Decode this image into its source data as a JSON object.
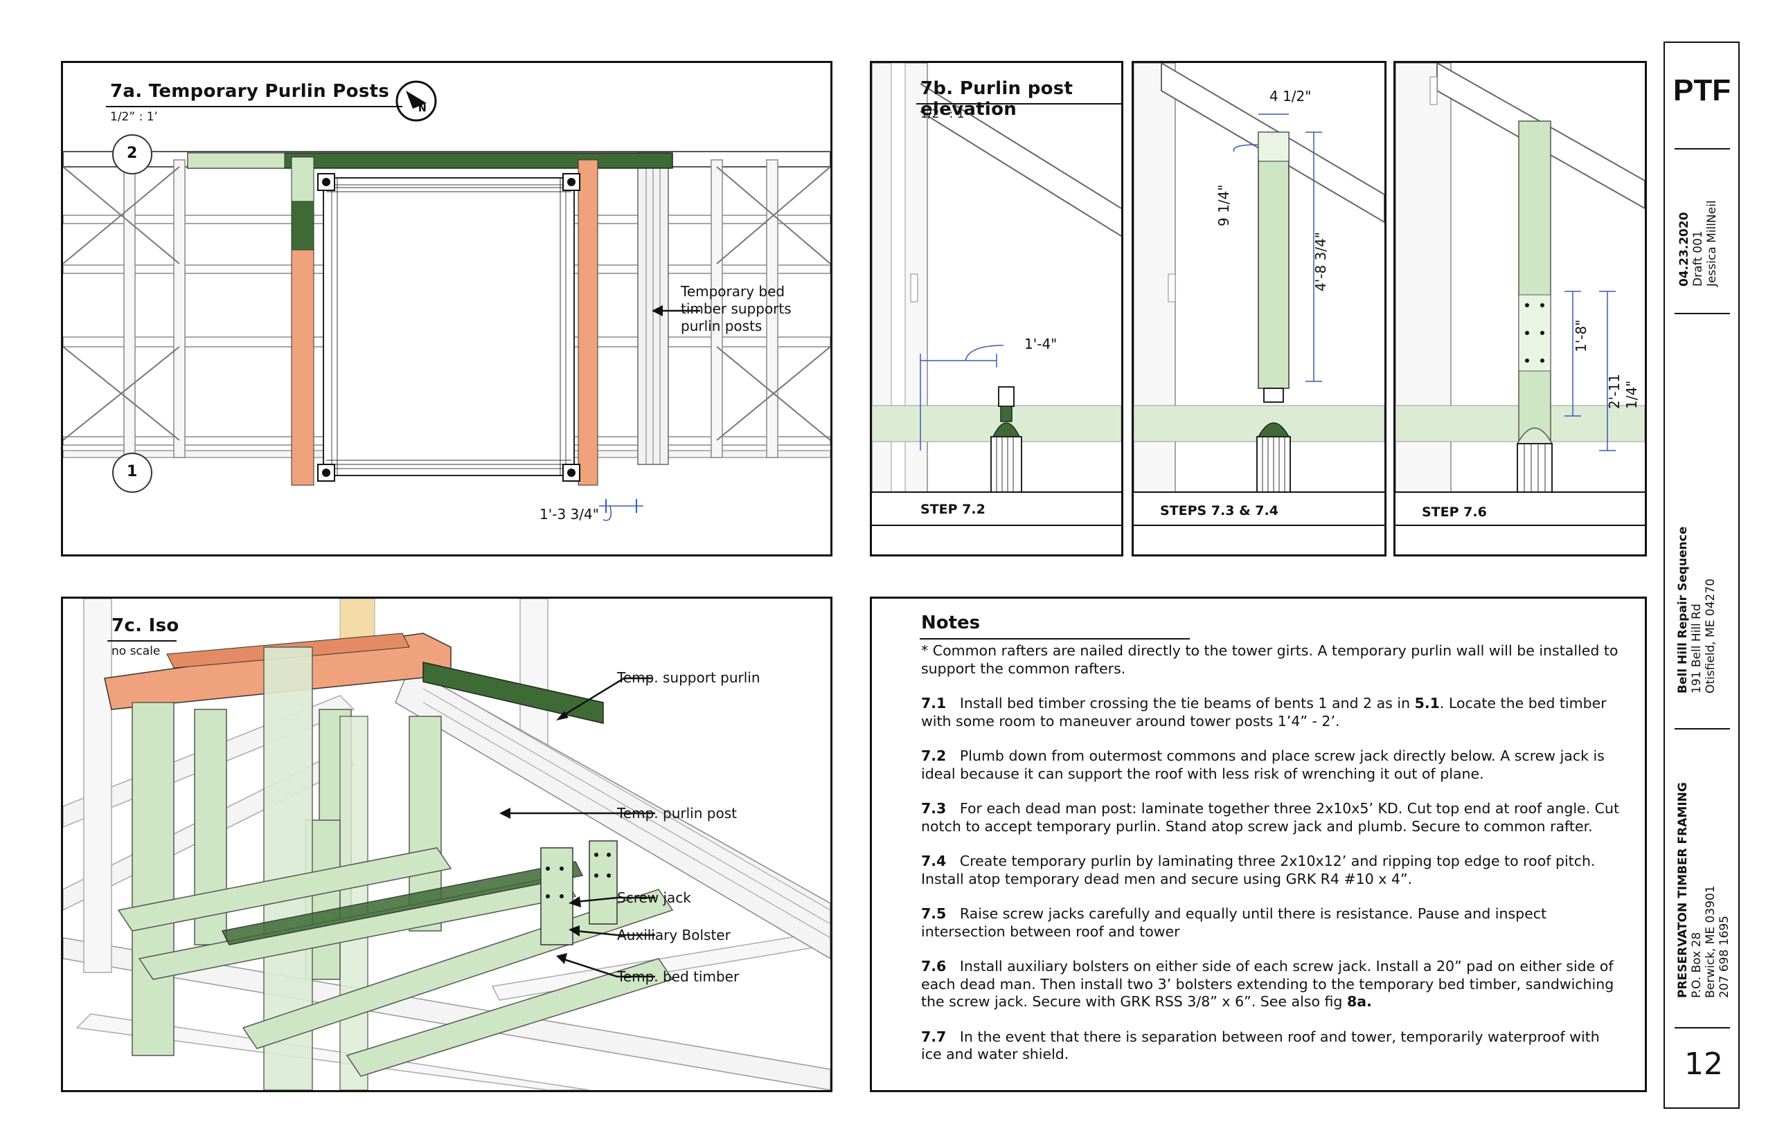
{
  "panel_a": {
    "title": "7a. Temporary Purlin Posts",
    "scale": "1/2” : 1’",
    "grid_top": "2",
    "grid_bottom": "1",
    "callout": "Temporary bed\ntimber supports\npurlin posts",
    "dimension": "1'-3 3/4\""
  },
  "panel_b": {
    "title": "7b. Purlin post elevation",
    "scale": "1/2” : 1’",
    "dim_1_4": "1'-4\"",
    "dim_4_half": "4 1/2\"",
    "dim_9_quarter": "9 1/4\"",
    "dim_4_8": "4'-8 3/4\"",
    "dim_1_8": "1'-8\"",
    "dim_2_11": "2'-11 1/4\"",
    "step_a": "STEP 7.2",
    "step_b": "STEPS 7.3 & 7.4",
    "step_c": "STEP 7.6"
  },
  "panel_c": {
    "title": "7c. Iso",
    "scale": "no scale",
    "labels": [
      "Temp. support purlin",
      "Temp. purlin post",
      "Screw jack",
      "Auxiliary Bolster",
      "Temp. bed timber"
    ]
  },
  "notes": {
    "title": "Notes",
    "intro": "* Common rafters are nailed directly to the tower girts. A temporary purlin wall will be installed to support the common rafters.",
    "items": [
      {
        "num": "7.1",
        "text": "Install bed timber crossing the tie beams of bents 1 and 2 as in ",
        "ref": "5.1",
        "after": ". Locate the bed timber with some room to maneuver around tower posts 1’4” - 2’."
      },
      {
        "num": "7.2",
        "text": "Plumb down from outermost commons and place screw jack directly below. A screw jack is ideal because it can support the roof with less risk of wrenching it out of plane.",
        "ref": "",
        "after": ""
      },
      {
        "num": "7.3",
        "text": "For each dead man post: laminate together three 2x10x5’ KD. Cut top end at roof angle. Cut notch to accept temporary purlin. Stand atop screw jack and plumb. Secure to common rafter.",
        "ref": "",
        "after": ""
      },
      {
        "num": "7.4",
        "text": "Create temporary purlin by laminating three 2x10x12’ and ripping top edge to roof pitch. Install atop temporary dead men and secure using GRK R4 #10 x 4”.",
        "ref": "",
        "after": ""
      },
      {
        "num": "7.5",
        "text": "Raise screw jacks carefully and equally until there is resistance. Pause and inspect intersection between roof and tower",
        "ref": "",
        "after": ""
      },
      {
        "num": "7.6",
        "text": "Install auxiliary bolsters on either side of each screw jack. Install a 20” pad on either side of each dead man. Then install two 3’ bolsters extending to the temporary bed timber, sandwiching the screw jack. Secure with GRK RSS 3/8” x 6”. See also fig ",
        "ref": "8a.",
        "after": ""
      },
      {
        "num": "7.7",
        "text": "In the event that there is separation between roof and tower, temporarily waterproof with ice and water shield.",
        "ref": "",
        "after": ""
      }
    ]
  },
  "title_block": {
    "logo": "PTF",
    "date": "04.23.2020",
    "draft": "Draft 001",
    "author": "Jessica MillNeil",
    "project": "Bell Hill Repair Sequence",
    "address1": "191 Bell Hill Rd",
    "address2": "Otisfield, ME  04270",
    "company": "PRESERVATON TIMBER FRAMING",
    "company_addr1": "P.O. Box 28",
    "company_addr2": "Berwick, ME 03901",
    "company_phone": "207 698 1695",
    "sheet": "12"
  },
  "colors": {
    "green": "#cfe6c4",
    "dark_green": "#3e6b35",
    "orange": "#f0a27c",
    "dim_blue": "#3a5bb0",
    "frame_gray": "#9a9a9a"
  }
}
